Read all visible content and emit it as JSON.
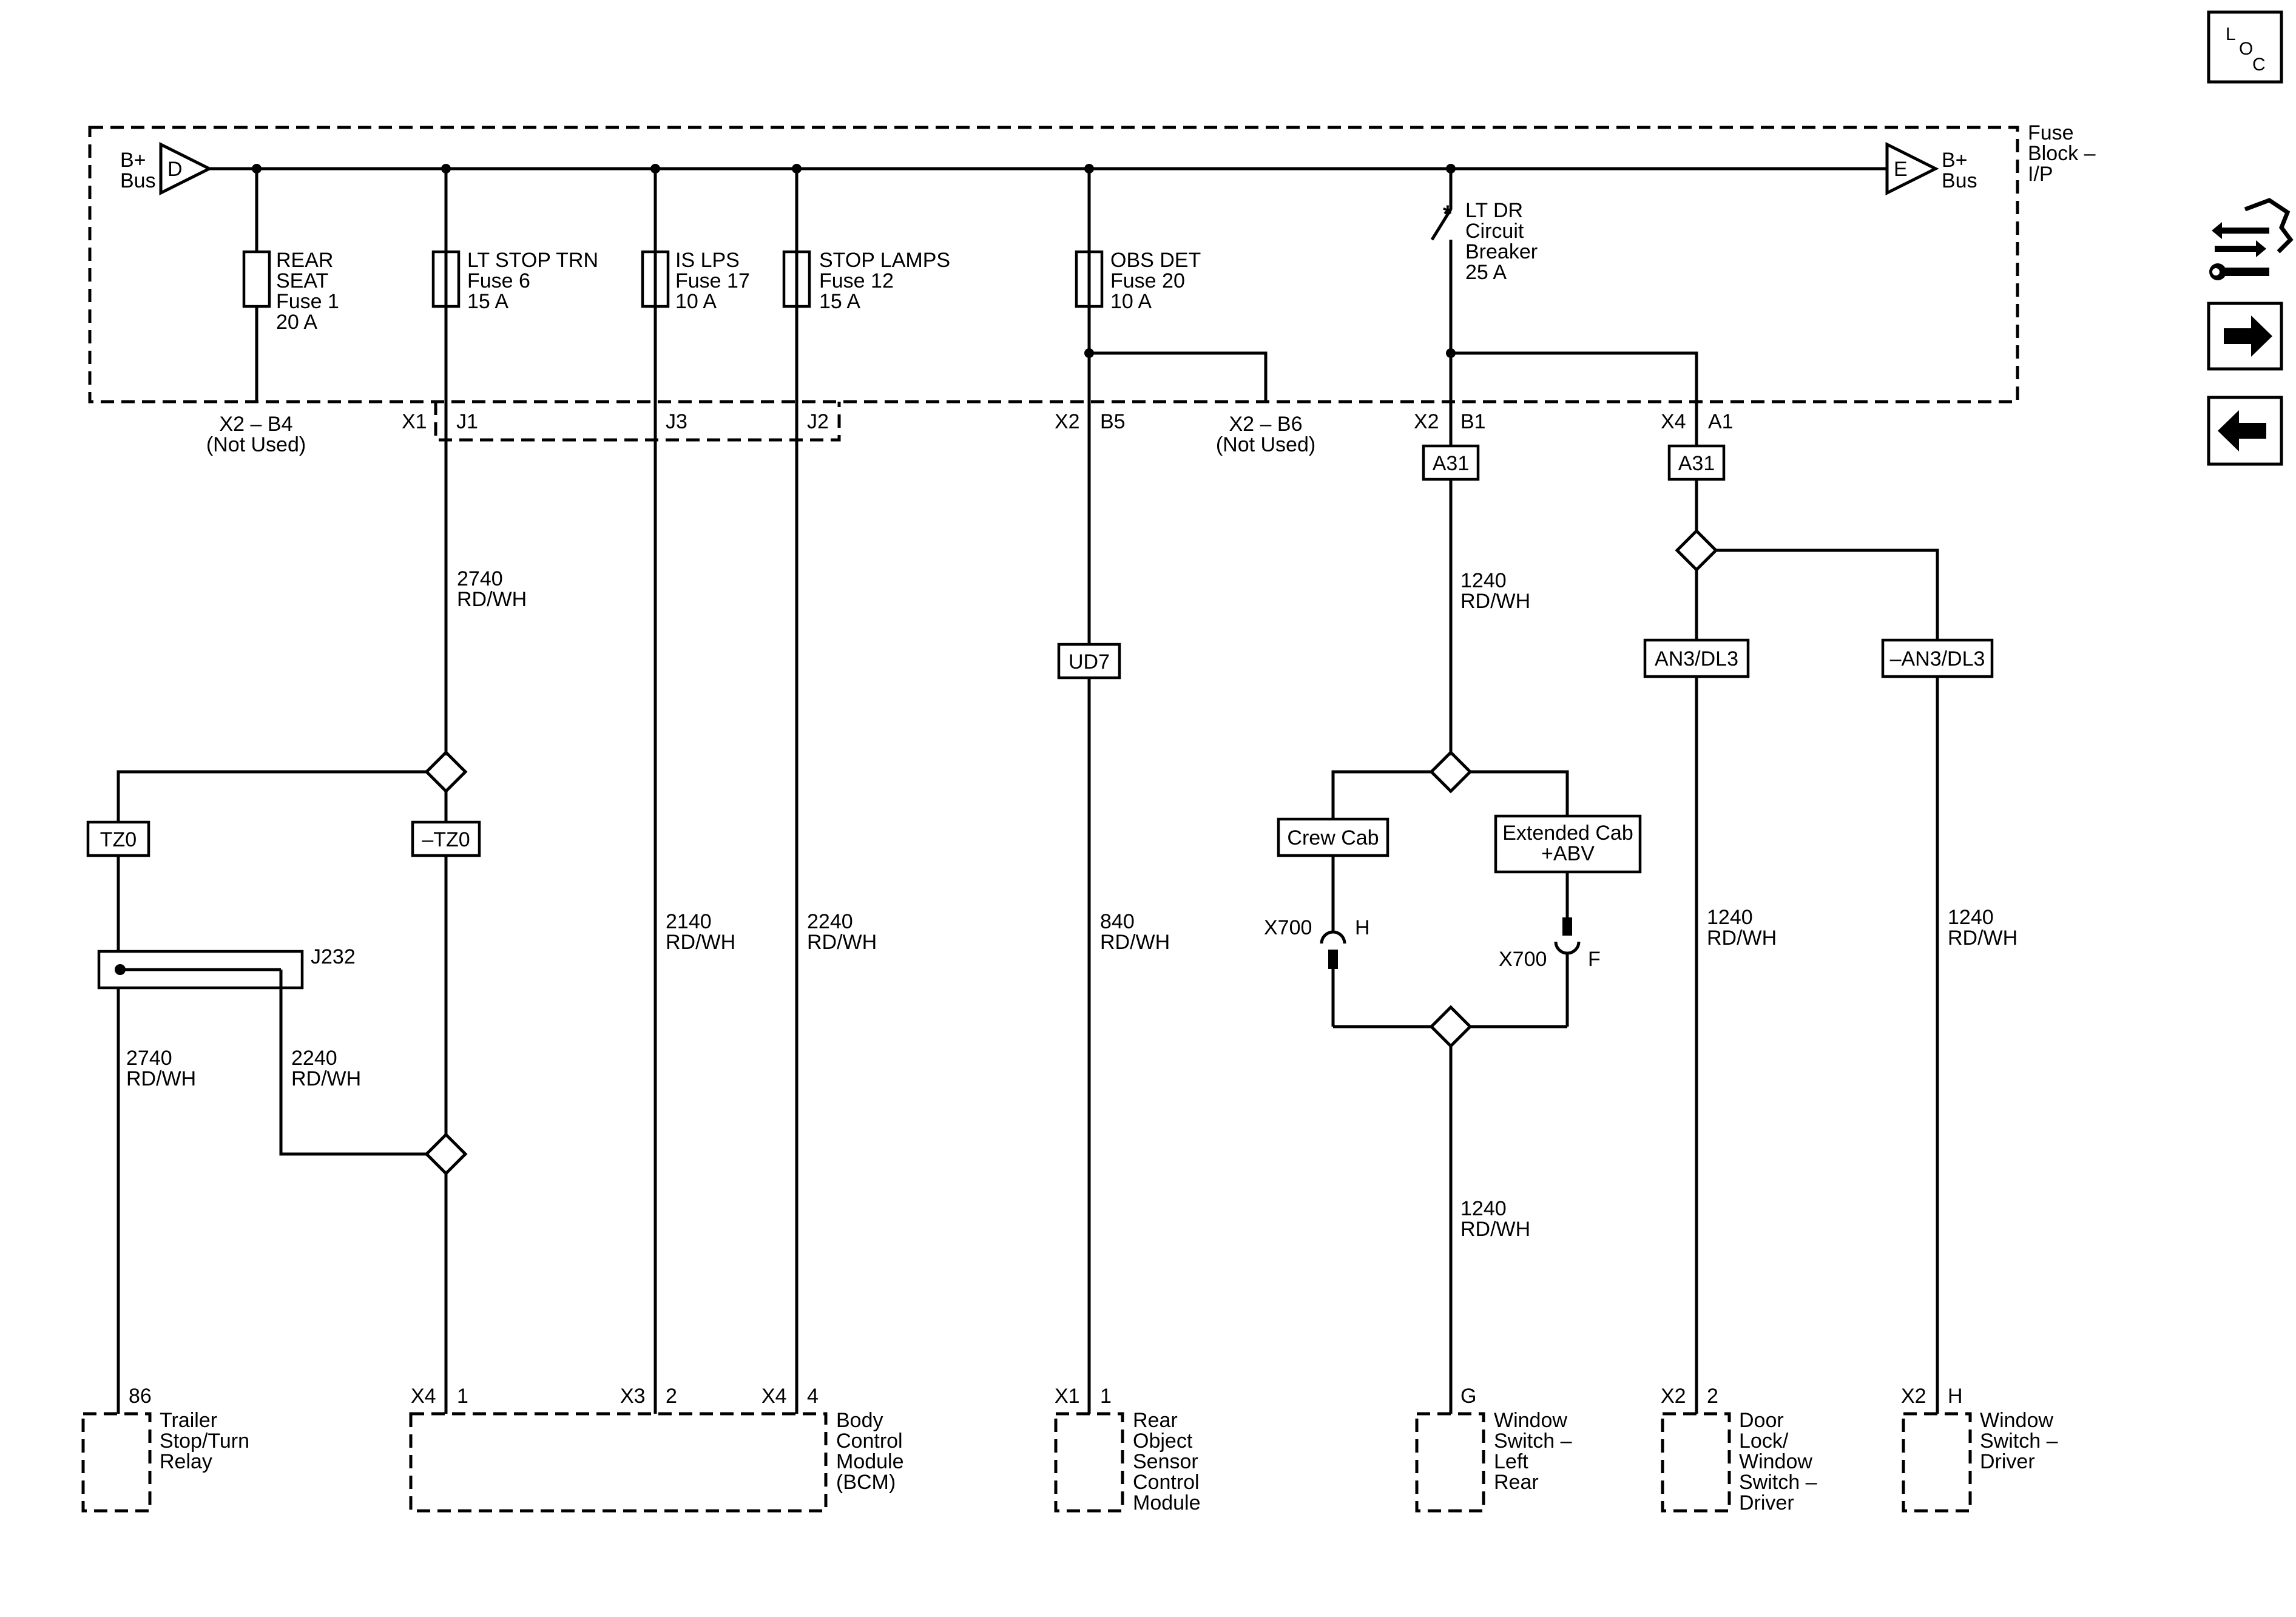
{
  "page": {
    "loc_letters": [
      "L",
      "O",
      "C"
    ]
  },
  "fuse_block": {
    "label_lines": [
      "Fuse",
      "Block –",
      "I/P"
    ],
    "left_bus": {
      "letter": "D",
      "label_lines": [
        "B+",
        "Bus"
      ]
    },
    "right_bus": {
      "letter": "E",
      "label_lines": [
        "B+",
        "Bus"
      ]
    }
  },
  "fuses": [
    {
      "lines": [
        "REAR",
        "SEAT",
        "Fuse 1",
        "20 A"
      ]
    },
    {
      "lines": [
        "LT STOP TRN",
        "Fuse 6",
        "15 A"
      ]
    },
    {
      "lines": [
        "IS LPS",
        "Fuse 17",
        "10 A"
      ]
    },
    {
      "lines": [
        "STOP LAMPS",
        "Fuse 12",
        "15 A"
      ]
    },
    {
      "lines": [
        "OBS DET",
        "Fuse 20",
        "10 A"
      ]
    }
  ],
  "breaker": {
    "lines": [
      "LT DR",
      "Circuit",
      "Breaker",
      "25 A"
    ]
  },
  "connectors": {
    "b4_lines": [
      "X2 – B4",
      "(Not Used)"
    ],
    "b6_lines": [
      "X2 – B6",
      "(Not Used)"
    ],
    "x1": "X1",
    "j1": "J1",
    "j3": "J3",
    "j2": "J2",
    "x2_b5": "X2",
    "b5": "B5",
    "x2_b1": "X2",
    "b1": "B1",
    "x4_a1": "X4",
    "a1": "A1"
  },
  "options": {
    "a31_left": "A31",
    "a31_right": "A31",
    "ud7": "UD7",
    "an3": "AN3/DL3",
    "not_an3": "–AN3/DL3",
    "tz0": "TZ0",
    "not_tz0": "–TZ0",
    "crew_cab": "Crew Cab",
    "ext_cab_lines": [
      "Extended Cab",
      "+ABV"
    ]
  },
  "wires": {
    "w2740_top": [
      "2740",
      "RD/WH"
    ],
    "w2140": [
      "2140",
      "RD/WH"
    ],
    "w2240": [
      "2240",
      "RD/WH"
    ],
    "w840": [
      "840",
      "RD/WH"
    ],
    "w1240_top": [
      "1240",
      "RD/WH"
    ],
    "w1240_bottom": [
      "1240",
      "RD/WH"
    ],
    "w1240_door": [
      "1240",
      "RD/WH"
    ],
    "w1240_window": [
      "1240",
      "RD/WH"
    ],
    "w2740_relay": [
      "2740",
      "RD/WH"
    ],
    "w2240_splice": [
      "2240",
      "RD/WH"
    ]
  },
  "splice": {
    "label": "J232"
  },
  "inline_connectors": {
    "x700_h": {
      "name": "X700",
      "pin": "H"
    },
    "x700_f": {
      "name": "X700",
      "pin": "F"
    }
  },
  "components": {
    "trailer": {
      "pin": "86",
      "lines": [
        "Trailer",
        "Stop/Turn",
        "Relay"
      ]
    },
    "bcm": {
      "pins": [
        {
          "conn": "X4",
          "pin": "1"
        },
        {
          "conn": "X3",
          "pin": "2"
        },
        {
          "conn": "X4",
          "pin": "4"
        }
      ],
      "lines": [
        "Body",
        "Control",
        "Module",
        "(BCM)"
      ]
    },
    "rear_object": {
      "conn": "X1",
      "pin": "1",
      "lines": [
        "Rear",
        "Object",
        "Sensor",
        "Control",
        "Module"
      ]
    },
    "window_left_rear": {
      "pin": "G",
      "lines": [
        "Window",
        "Switch –",
        "Left",
        "Rear"
      ]
    },
    "door_lock": {
      "conn": "X2",
      "pin": "2",
      "lines": [
        "Door",
        "Lock/",
        "Window",
        "Switch –",
        "Driver"
      ]
    },
    "window_driver": {
      "conn": "X2",
      "pin": "H",
      "lines": [
        "Window",
        "Switch –",
        "Driver"
      ]
    }
  },
  "nav_icons": [
    "connector-tools-icon",
    "arrow-right-icon",
    "arrow-left-icon"
  ]
}
